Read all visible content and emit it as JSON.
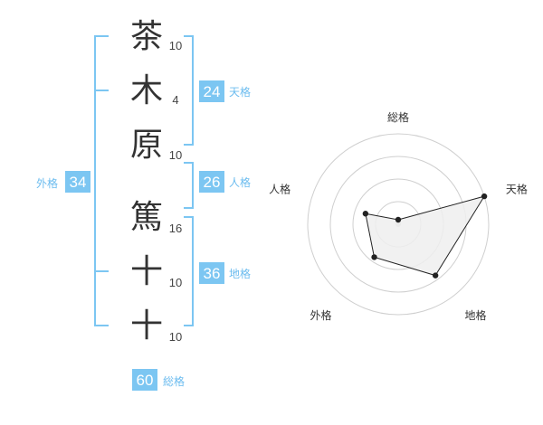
{
  "name": {
    "characters": [
      {
        "char": "茶",
        "strokes": "10"
      },
      {
        "char": "木",
        "strokes": "4"
      },
      {
        "char": "原",
        "strokes": "10"
      },
      {
        "char": "篤",
        "strokes": "16"
      },
      {
        "char": "十",
        "strokes": "10"
      },
      {
        "char": "十",
        "strokes": "10"
      }
    ]
  },
  "fortune": {
    "tenkaku": {
      "value": "24",
      "label": "天格"
    },
    "jinkaku": {
      "value": "26",
      "label": "人格"
    },
    "chikaku": {
      "value": "36",
      "label": "地格"
    },
    "gaikaku": {
      "value": "34",
      "label": "外格"
    },
    "soukaku": {
      "value": "60",
      "label": "総格"
    }
  },
  "radar": {
    "axes": [
      "総格",
      "天格",
      "地格",
      "外格",
      "人格"
    ],
    "values": [
      0.05,
      1.0,
      0.7,
      0.45,
      0.38
    ],
    "max": 1.0,
    "rings": 4
  },
  "colors": {
    "accent": "#7cc6f2",
    "box": "#7cc6f2",
    "polygon_fill": "#eeeeee",
    "polygon_stroke": "#222222",
    "ring": "#cfcfcf"
  }
}
